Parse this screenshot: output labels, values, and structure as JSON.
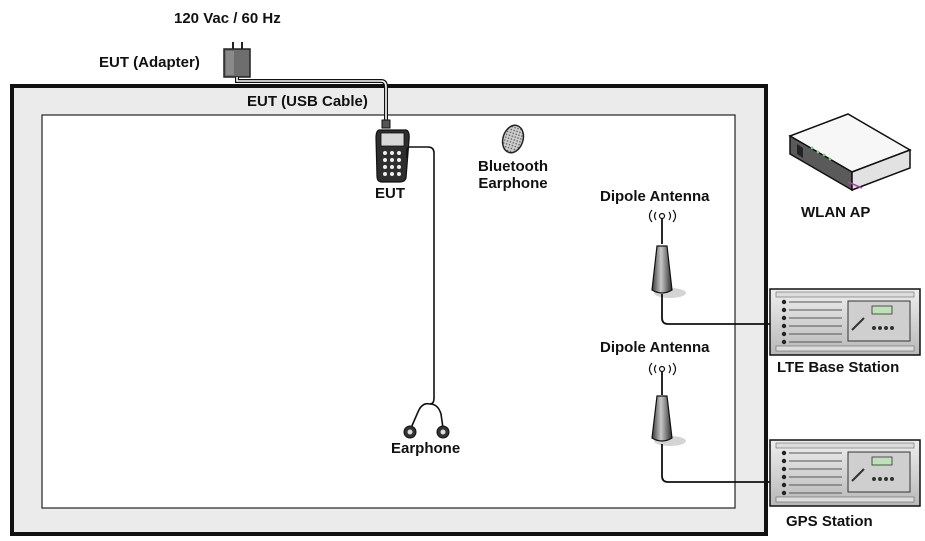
{
  "power": {
    "label": "120 Vac / 60 Hz"
  },
  "adapter": {
    "label": "EUT (Adapter)"
  },
  "usb_cable": {
    "label": "EUT (USB Cable)"
  },
  "eut": {
    "label": "EUT"
  },
  "bluetooth": {
    "line1": "Bluetooth",
    "line2": "Earphone"
  },
  "antenna_top": {
    "label": "Dipole Antenna"
  },
  "antenna_bottom": {
    "label": "Dipole Antenna"
  },
  "wlan": {
    "label": "WLAN AP"
  },
  "lte": {
    "label": "LTE Base Station"
  },
  "gps": {
    "label": "GPS Station"
  },
  "earphone": {
    "label": "Earphone"
  },
  "colors": {
    "chamber_outer": "#ebebeb",
    "chamber_border": "#111111",
    "line": "#111111",
    "device_gray": "#5a5a5a"
  }
}
